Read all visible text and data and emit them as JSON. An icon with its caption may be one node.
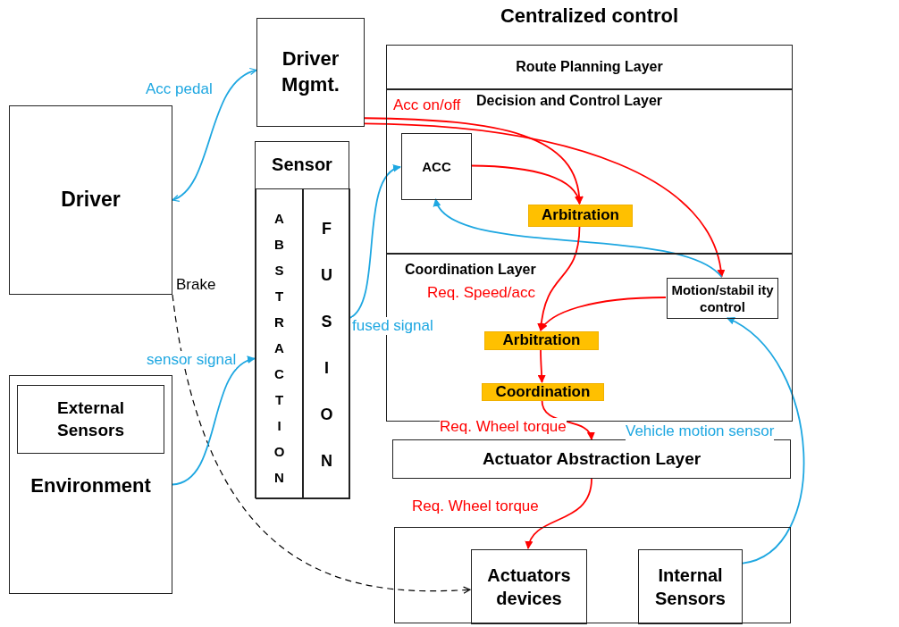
{
  "diagram": {
    "nodes": [
      {
        "text": [
          "Driver Mgmt."
        ]
      },
      {
        "text": [
          "Driver"
        ]
      },
      {
        "text": [
          "Sensor"
        ]
      },
      {
        "text": [
          "ABSTRACTION"
        ],
        "in": 2
      },
      {
        "text": [
          "FUSION"
        ],
        "in": 2
      },
      {
        "text": [
          "Environment"
        ]
      },
      {
        "text": [
          "External Sensors"
        ],
        "in": 5
      },
      {
        "text": [
          "Centralized control"
        ]
      },
      {
        "text": [
          "Route Planning Layer"
        ],
        "in": 7
      },
      {
        "text": [
          "Decision and Control Layer"
        ],
        "in": 7
      },
      {
        "text": [
          "ACC"
        ],
        "in": 9
      },
      {
        "text": [
          "Arbitration"
        ],
        "in": 9
      },
      {
        "text": [
          "Coordination Layer"
        ],
        "in": 7
      },
      {
        "text": [
          "Motion/stabil ity control"
        ],
        "in": 12
      },
      {
        "text": [
          "Arbitration"
        ],
        "in": 12
      },
      {
        "text": [
          "Coordination"
        ],
        "in": 12
      },
      {
        "text": [
          "Actuator Abstraction Layer"
        ]
      },
      {
        "text": [],
        "shape": "box"
      },
      {
        "text": [
          "Actuators devices"
        ],
        "in": 17
      },
      {
        "text": [
          "Internal Sensors"
        ],
        "in": 17
      }
    ],
    "edges": [
      {
        "from": 1,
        "to": 0,
        "arrow": "both",
        "label": "Acc pedal",
        "color": "#1ea7e1"
      },
      {
        "from": 1,
        "to": 18,
        "arrow": "to",
        "label": "Brake",
        "style": "dashed",
        "color": "#000000"
      },
      {
        "from": 5,
        "to": 3,
        "arrow": "to",
        "label": "sensor signal",
        "color": "#1ea7e1"
      },
      {
        "from": 4,
        "to": 10,
        "arrow": "to",
        "label": "fused signal",
        "color": "#1ea7e1"
      },
      {
        "from": 0,
        "to": 11,
        "arrow": "to",
        "label": "Acc on/off"
      },
      {
        "from": 0,
        "to": 13,
        "arrow": "to"
      },
      {
        "from": 10,
        "to": 11,
        "arrow": "to"
      },
      {
        "from": 13,
        "to": 10,
        "arrow": "to",
        "color": "#1ea7e1"
      },
      {
        "from": 11,
        "to": 14,
        "arrow": "to",
        "label": "Req. Speed/acc"
      },
      {
        "from": 13,
        "to": 14,
        "arrow": "to"
      },
      {
        "from": 14,
        "to": 15,
        "arrow": "to"
      },
      {
        "from": 15,
        "to": 16,
        "arrow": "to",
        "label": "Req. Wheel torque"
      },
      {
        "from": 16,
        "to": 18,
        "arrow": "to",
        "label": "Req. Wheel torque"
      },
      {
        "from": 19,
        "to": 13,
        "arrow": "to",
        "label": "Vehicle motion sensor",
        "color": "#1ea7e1"
      }
    ]
  }
}
